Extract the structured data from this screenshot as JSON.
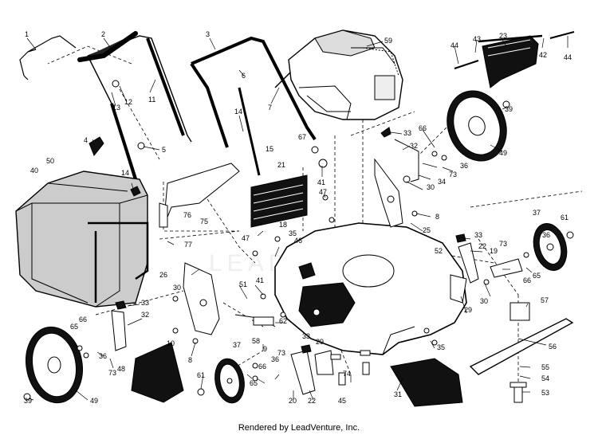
{
  "footer_text": "Rendered by LeadVenture, Inc.",
  "watermark": "LEADVENTURE",
  "callouts": [
    {
      "id": "c1",
      "text": "1"
    },
    {
      "id": "c2",
      "text": "2"
    },
    {
      "id": "c3",
      "text": "3"
    },
    {
      "id": "c43",
      "text": "43"
    },
    {
      "id": "c23",
      "text": "23"
    },
    {
      "id": "c44a",
      "text": "44"
    },
    {
      "id": "c44b",
      "text": "44"
    },
    {
      "id": "c42",
      "text": "42"
    },
    {
      "id": "c59",
      "text": "59"
    },
    {
      "id": "c12",
      "text": "12"
    },
    {
      "id": "c13",
      "text": "13"
    },
    {
      "id": "c11",
      "text": "11"
    },
    {
      "id": "c6",
      "text": "6"
    },
    {
      "id": "c7",
      "text": "7"
    },
    {
      "id": "c39a",
      "text": "39"
    },
    {
      "id": "c14a",
      "text": "14"
    },
    {
      "id": "c4",
      "text": "4"
    },
    {
      "id": "c5",
      "text": "5"
    },
    {
      "id": "c33a",
      "text": "33"
    },
    {
      "id": "c66a",
      "text": "66"
    },
    {
      "id": "c32a",
      "text": "32"
    },
    {
      "id": "c49a",
      "text": "49"
    },
    {
      "id": "c15",
      "text": "15"
    },
    {
      "id": "c67",
      "text": "67"
    },
    {
      "id": "c36a",
      "text": "36"
    },
    {
      "id": "c73a",
      "text": "73"
    },
    {
      "id": "c34",
      "text": "34"
    },
    {
      "id": "c40",
      "text": "40"
    },
    {
      "id": "c50",
      "text": "50"
    },
    {
      "id": "c14b",
      "text": "14"
    },
    {
      "id": "c21",
      "text": "21"
    },
    {
      "id": "c41a",
      "text": "41"
    },
    {
      "id": "c30a",
      "text": "30"
    },
    {
      "id": "c47a",
      "text": "47"
    },
    {
      "id": "c76",
      "text": "76"
    },
    {
      "id": "c75",
      "text": "75"
    },
    {
      "id": "c8a",
      "text": "8"
    },
    {
      "id": "c37a",
      "text": "37"
    },
    {
      "id": "c61a",
      "text": "61"
    },
    {
      "id": "c25",
      "text": "25"
    },
    {
      "id": "c47b",
      "text": "47"
    },
    {
      "id": "c18",
      "text": "18"
    },
    {
      "id": "c77",
      "text": "77"
    },
    {
      "id": "c35a",
      "text": "35"
    },
    {
      "id": "c46",
      "text": "46"
    },
    {
      "id": "c33b",
      "text": "33"
    },
    {
      "id": "c36b",
      "text": "36"
    },
    {
      "id": "c52",
      "text": "52"
    },
    {
      "id": "c22a",
      "text": "22"
    },
    {
      "id": "c73b",
      "text": "73"
    },
    {
      "id": "c19",
      "text": "19"
    },
    {
      "id": "c26",
      "text": "26"
    },
    {
      "id": "c41b",
      "text": "41"
    },
    {
      "id": "c51",
      "text": "51"
    },
    {
      "id": "c66b",
      "text": "66"
    },
    {
      "id": "c65a",
      "text": "65"
    },
    {
      "id": "c30b",
      "text": "30"
    },
    {
      "id": "c33c",
      "text": "33"
    },
    {
      "id": "c32b",
      "text": "32"
    },
    {
      "id": "c29a",
      "text": "29"
    },
    {
      "id": "c30c",
      "text": "30"
    },
    {
      "id": "c57",
      "text": "57"
    },
    {
      "id": "c62",
      "text": "62"
    },
    {
      "id": "c65b",
      "text": "65"
    },
    {
      "id": "c66c",
      "text": "66"
    },
    {
      "id": "c58",
      "text": "58"
    },
    {
      "id": "c9",
      "text": "9"
    },
    {
      "id": "c10",
      "text": "10"
    },
    {
      "id": "c37b",
      "text": "37"
    },
    {
      "id": "c33d",
      "text": "33"
    },
    {
      "id": "c29b",
      "text": "29"
    },
    {
      "id": "c8b",
      "text": "8"
    },
    {
      "id": "c35b",
      "text": "35"
    },
    {
      "id": "c56",
      "text": "56"
    },
    {
      "id": "c36c",
      "text": "36"
    },
    {
      "id": "c73c",
      "text": "73"
    },
    {
      "id": "c48",
      "text": "48"
    },
    {
      "id": "c73d",
      "text": "73"
    },
    {
      "id": "c74",
      "text": "74"
    },
    {
      "id": "c61b",
      "text": "61"
    },
    {
      "id": "c66d",
      "text": "66"
    },
    {
      "id": "c65c",
      "text": "65"
    },
    {
      "id": "c36d",
      "text": "36"
    },
    {
      "id": "c55",
      "text": "55"
    },
    {
      "id": "c54",
      "text": "54"
    },
    {
      "id": "c39b",
      "text": "39"
    },
    {
      "id": "c49b",
      "text": "49"
    },
    {
      "id": "c20",
      "text": "20"
    },
    {
      "id": "c22b",
      "text": "22"
    },
    {
      "id": "c45",
      "text": "45"
    },
    {
      "id": "c31",
      "text": "31"
    },
    {
      "id": "c53",
      "text": "53"
    }
  ]
}
